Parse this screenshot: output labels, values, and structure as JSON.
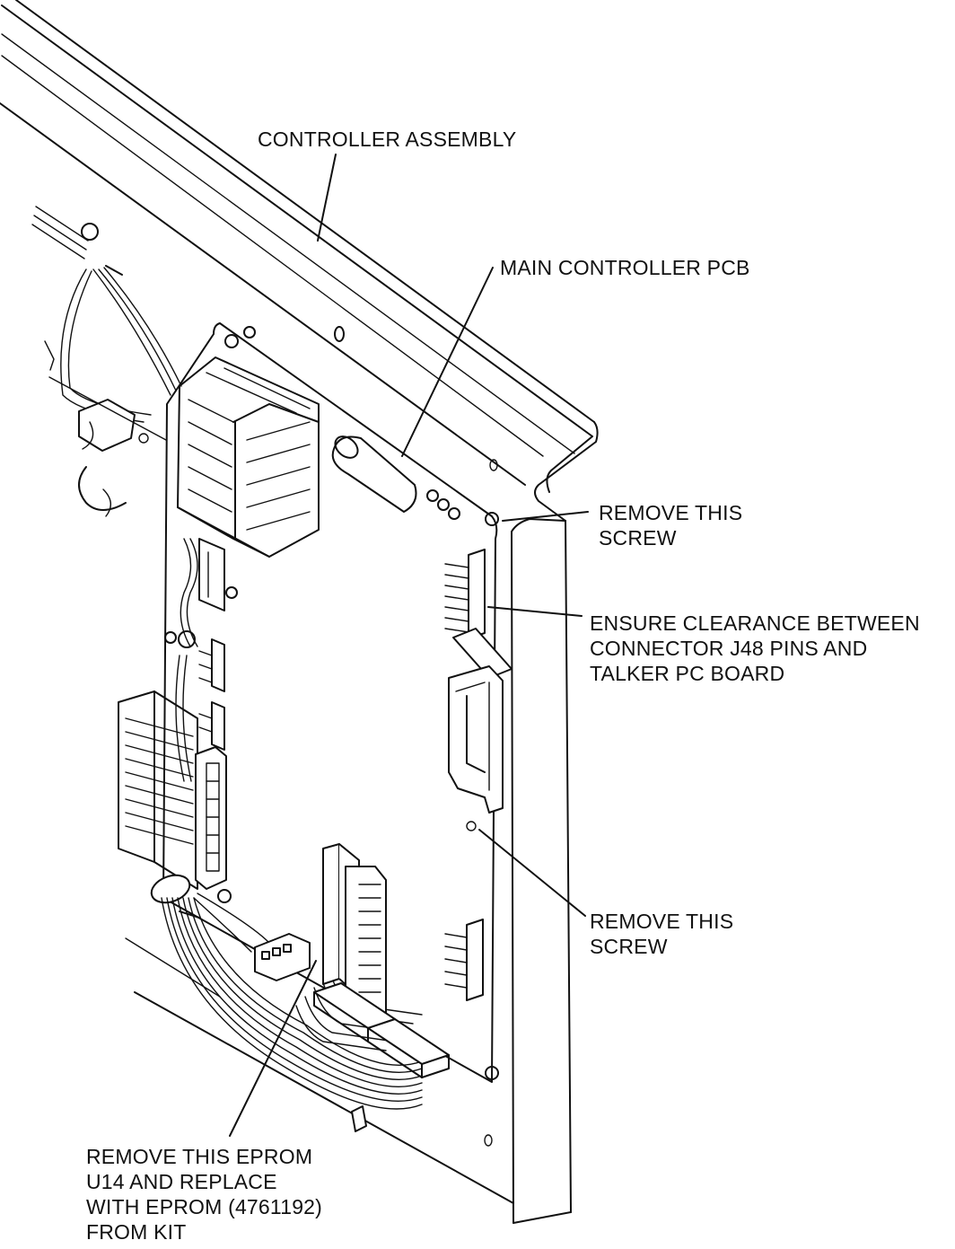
{
  "callouts": {
    "controller_assembly": [
      "CONTROLLER ASSEMBLY"
    ],
    "main_controller_pcb": [
      "MAIN CONTROLLER PCB"
    ],
    "remove_screw_top": [
      "REMOVE THIS",
      "SCREW"
    ],
    "clearance": [
      "ENSURE CLEARANCE BETWEEN",
      "CONNECTOR J48 PINS AND",
      "TALKER PC BOARD"
    ],
    "remove_screw_bottom": [
      "REMOVE THIS",
      "SCREW"
    ],
    "eprom": [
      "REMOVE THIS EPROM",
      "U14 AND REPLACE",
      "WITH EPROM (4761192)",
      "FROM KIT"
    ]
  },
  "colors": {
    "ink": "#111111",
    "paper": "#ffffff"
  }
}
